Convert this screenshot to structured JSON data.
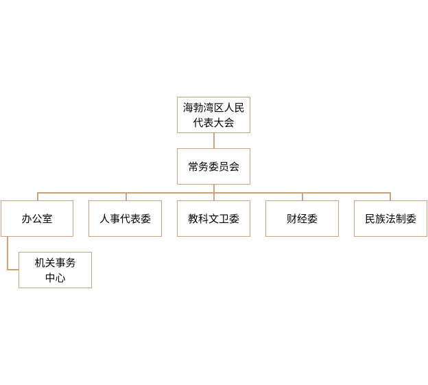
{
  "org": {
    "congress": "海勃湾区人民代表大会",
    "standing_committee": "常务委员会",
    "office": "办公室",
    "personnel": "人事代表委",
    "education": "教科文卫委",
    "finance": "财经委",
    "ethnic_legal": "民族法制委",
    "affairs_center_line1": "机关事务",
    "affairs_center_line2": "中心"
  },
  "colors": {
    "border": "#c9a27e",
    "text": "#000000"
  }
}
